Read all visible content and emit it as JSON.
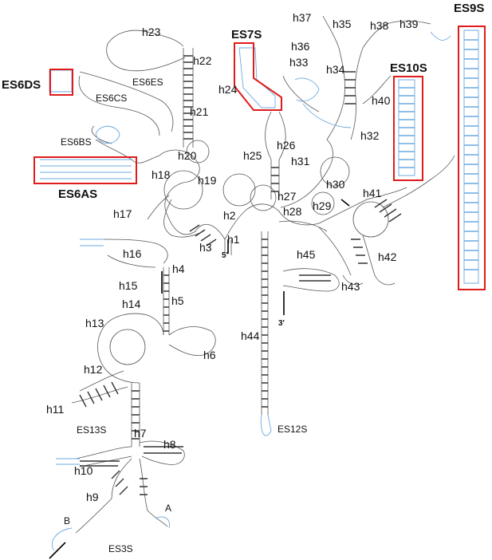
{
  "labels": {
    "h1": "h1",
    "h2": "h2",
    "h3": "h3",
    "h4": "h4",
    "h5": "h5",
    "h6": "h6",
    "h7": "h7",
    "h8": "h8",
    "h9": "h9",
    "h10": "h10",
    "h11": "h11",
    "h12": "h12",
    "h13": "h13",
    "h14": "h14",
    "h15": "h15",
    "h16": "h16",
    "h17": "h17",
    "h18": "h18",
    "h19": "h19",
    "h20": "h20",
    "h21": "h21",
    "h22": "h22",
    "h23": "h23",
    "h24": "h24",
    "h25": "h25",
    "h26": "h26",
    "h27": "h27",
    "h28": "h28",
    "h29": "h29",
    "h30": "h30",
    "h31": "h31",
    "h32": "h32",
    "h33": "h33",
    "h34": "h34",
    "h35": "h35",
    "h36": "h36",
    "h37": "h37",
    "h38": "h38",
    "h39": "h39",
    "h40": "h40",
    "h41": "h41",
    "h42": "h42",
    "h43": "h43",
    "h44": "h44",
    "h45": "h45"
  },
  "expansion_labels": {
    "es6es": "ES6ES",
    "es6cs": "ES6CS",
    "es6bs": "ES6BS",
    "es13s": "ES13S",
    "es12s": "ES12S",
    "es3s": "ES3S",
    "a": "A",
    "b": "B"
  },
  "boxed_labels": {
    "es6ds": "ES6DS",
    "es6as": "ES6AS",
    "es7s": "ES7S",
    "es10s": "ES10S",
    "es9s": "ES9S"
  },
  "ends": {
    "five_prime": "5'",
    "three_prime": "3'"
  },
  "colors": {
    "highlight_box": "#e01b1b",
    "expansion_segment": "#6aa9e0",
    "backbone": "#555555"
  }
}
